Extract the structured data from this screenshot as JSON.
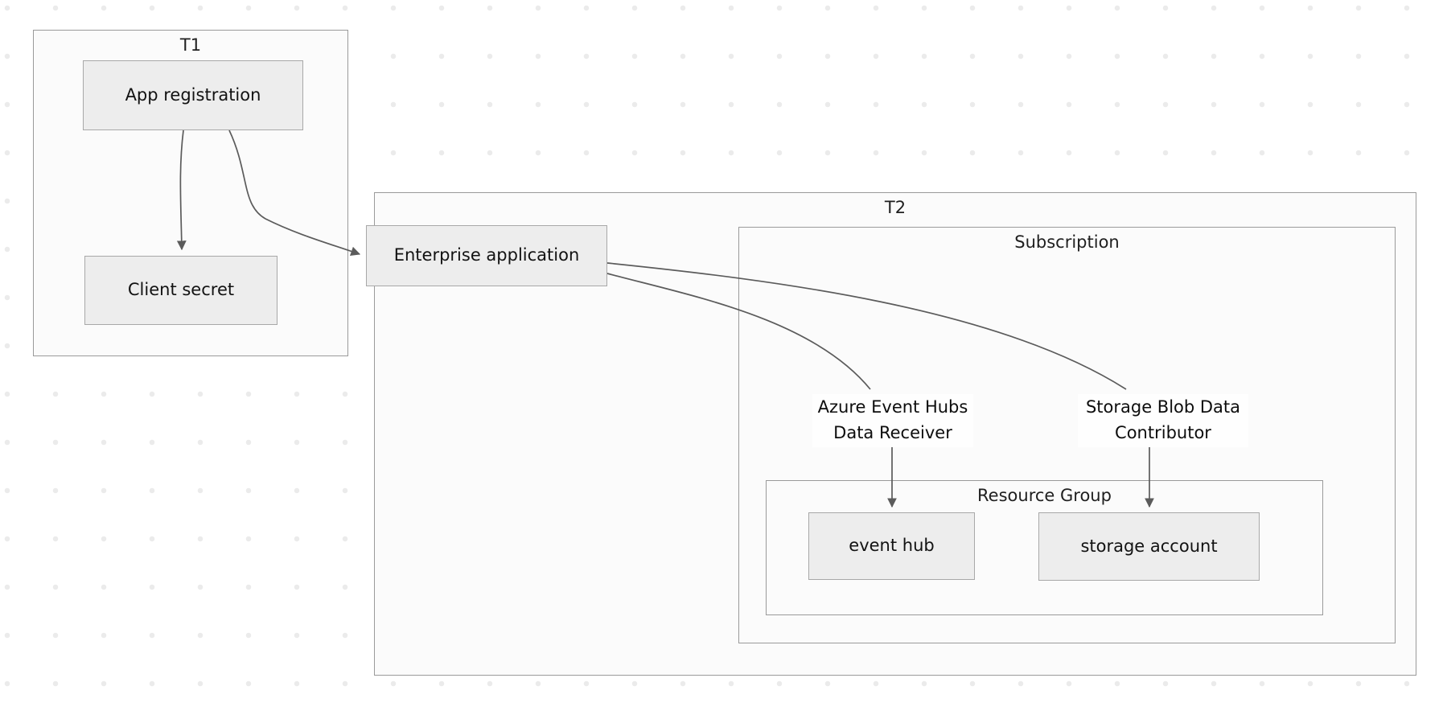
{
  "diagram": {
    "title": "Azure tenant / subscription access diagram",
    "background": {
      "color": "#ffffff",
      "dot_color": "#ebebeb",
      "dot_spacing": 60
    },
    "colors": {
      "node_fill": "#ededed",
      "node_border": "#a8a8a8",
      "group_fill": "#fbfbfb",
      "group_border": "#9a9a9a",
      "edge_stroke": "#5b5b5b",
      "text": "#121212"
    }
  },
  "groups": {
    "tenant1": {
      "label": "T1"
    },
    "tenant2": {
      "label": "T2"
    },
    "subscription": {
      "label": "Subscription"
    },
    "resource_group": {
      "label": "Resource Group"
    }
  },
  "nodes": {
    "app_registration": {
      "label": "App registration"
    },
    "client_secret": {
      "label": "Client secret"
    },
    "enterprise_application": {
      "label": "Enterprise application"
    },
    "event_hub": {
      "label": "event hub"
    },
    "storage_account": {
      "label": "storage account"
    }
  },
  "edge_labels": {
    "event_hubs_role": {
      "label": "Azure Event Hubs\nData Receiver"
    },
    "blob_role": {
      "label": "Storage Blob Data\nContributor"
    }
  },
  "edges": [
    {
      "from": "app_registration",
      "to": "client_secret",
      "label": ""
    },
    {
      "from": "app_registration",
      "to": "enterprise_application",
      "label": ""
    },
    {
      "from": "enterprise_application",
      "to": "event_hub",
      "label": "Azure Event Hubs Data Receiver"
    },
    {
      "from": "enterprise_application",
      "to": "storage_account",
      "label": "Storage Blob Data Contributor"
    }
  ]
}
